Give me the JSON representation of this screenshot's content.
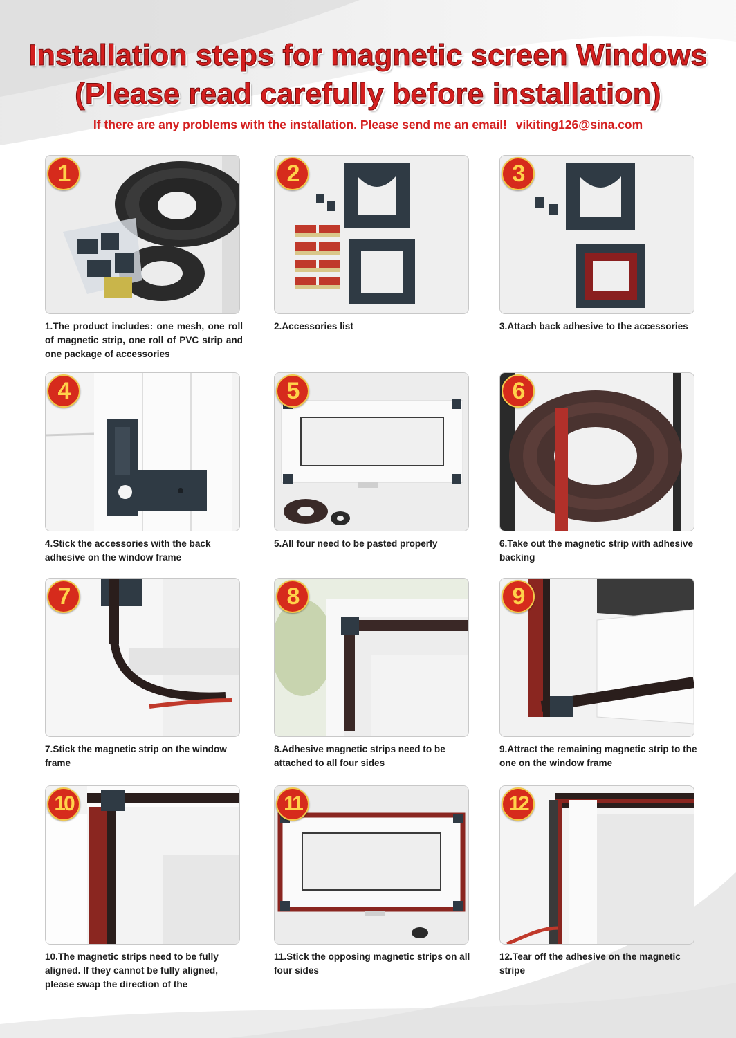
{
  "header": {
    "title_line1": "Installation steps for magnetic screen Windows",
    "title_line2": "(Please read carefully before installation)",
    "contact_text": "If there are any problems with the installation. Please send me an email!",
    "contact_email": "vikiting126@sina.com"
  },
  "colors": {
    "accent_red": "#d41f1f",
    "badge_red": "#d62b1c",
    "badge_number": "#ffd24a",
    "caption_text": "#1e1e1e"
  },
  "steps": [
    {
      "number": "1",
      "caption": "1.The product includes: one mesh, one roll of magnetic strip, one roll of PVC strip and one package of accessories"
    },
    {
      "number": "2",
      "caption": "2.Accessories list"
    },
    {
      "number": "3",
      "caption": "3.Attach back adhesive to the accessories"
    },
    {
      "number": "4",
      "caption": "4.Stick the accessories with the back adhesive on the window frame"
    },
    {
      "number": "5",
      "caption": "5.All four need to be pasted properly"
    },
    {
      "number": "6",
      "caption": "6.Take out the magnetic strip with adhesive backing"
    },
    {
      "number": "7",
      "caption": "7.Stick the magnetic strip on the window frame"
    },
    {
      "number": "8",
      "caption": "8.Adhesive magnetic strips need to be attached to all four sides"
    },
    {
      "number": "9",
      "caption": "9.Attract the remaining magnetic strip to the one on the window frame"
    },
    {
      "number": "10",
      "caption": "10.The magnetic strips need to be fully aligned. If they cannot be fully aligned, please swap the direction of the"
    },
    {
      "number": "11",
      "caption": "11.Stick the opposing magnetic strips on all four sides"
    },
    {
      "number": "12",
      "caption": "12.Tear off the adhesive on the magnetic stripe"
    }
  ]
}
